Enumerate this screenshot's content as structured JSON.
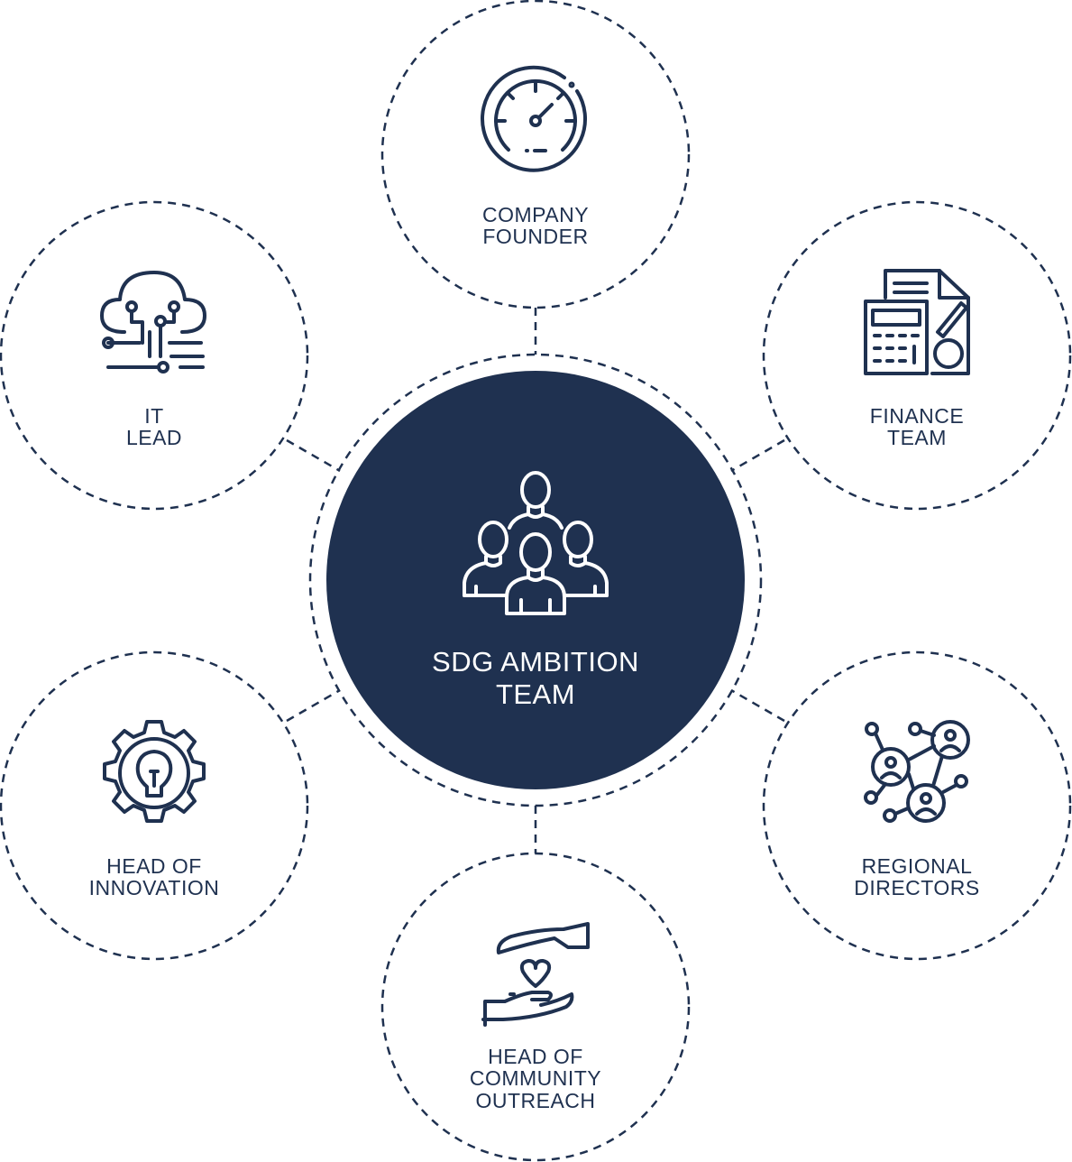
{
  "center": {
    "line1": "SDG AMBITION",
    "line2": "TEAM",
    "icon": "team-icon"
  },
  "nodes": [
    {
      "id": "company-founder",
      "line1": "COMPANY",
      "line2": "FOUNDER",
      "icon": "speedometer-icon"
    },
    {
      "id": "it-lead",
      "line1": "IT",
      "line2": "LEAD",
      "icon": "cloud-circuit-icon"
    },
    {
      "id": "finance-team",
      "line1": "FINANCE",
      "line2": "TEAM",
      "icon": "calculator-invoice-icon"
    },
    {
      "id": "head-of-innovation",
      "line1": "HEAD OF",
      "line2": "INNOVATION",
      "icon": "gear-lightbulb-icon"
    },
    {
      "id": "regional-directors",
      "line1": "REGIONAL",
      "line2": "DIRECTORS",
      "icon": "network-people-icon"
    },
    {
      "id": "head-of-community-outreach",
      "line1": "HEAD OF",
      "line2": "COMMUNITY",
      "line3": "OUTREACH",
      "icon": "hands-heart-icon"
    }
  ],
  "colors": {
    "primary": "#1f3150",
    "background": "#ffffff"
  }
}
